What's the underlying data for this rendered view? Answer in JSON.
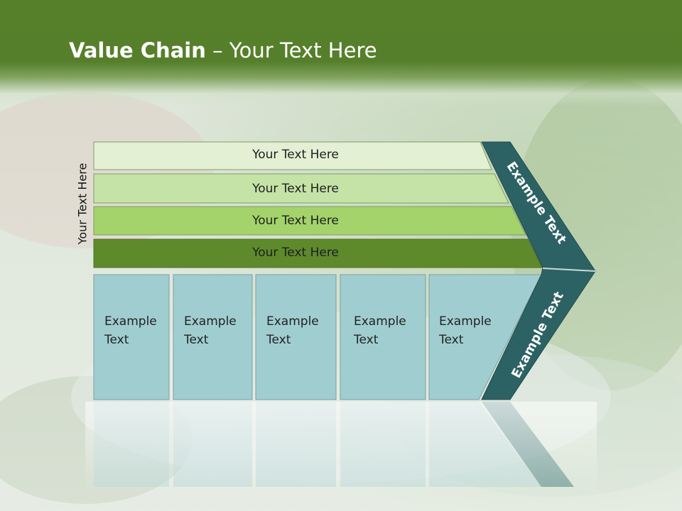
{
  "title": {
    "bold": "Value Chain",
    "rest": " – Your Text Here"
  },
  "side_label": "Your Text Here",
  "rows": [
    {
      "label": "Your Text Here",
      "color": "#e3f0d4"
    },
    {
      "label": "Your Text Here",
      "color": "#c5e3a6"
    },
    {
      "label": "Your Text Here",
      "color": "#a3d36a"
    },
    {
      "label": "Your Text Here",
      "color": "#5e8a2c"
    }
  ],
  "boxes": [
    {
      "line1": "Example",
      "line2": "Text"
    },
    {
      "line1": "Example",
      "line2": "Text"
    },
    {
      "line1": "Example",
      "line2": "Text"
    },
    {
      "line1": "Example",
      "line2": "Text"
    },
    {
      "line1": "Example",
      "line2": "Text"
    }
  ],
  "arrow_top_label": "Example Text",
  "arrow_bottom_label": "Example Text",
  "colors": {
    "title_bar": "#56802a",
    "box_fill": "#a0ced0",
    "arrow_fill": "#2d6264"
  }
}
